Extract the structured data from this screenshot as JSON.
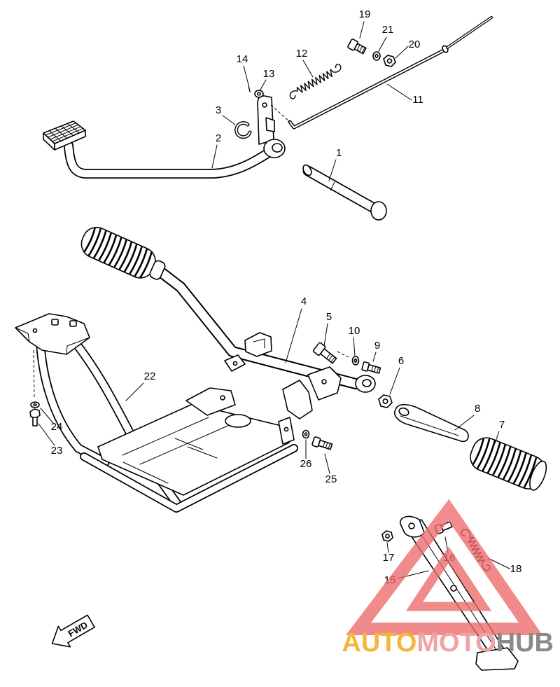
{
  "callouts": {
    "1": "1",
    "2": "2",
    "3": "3",
    "4": "4",
    "5": "5",
    "6": "6",
    "7": "7",
    "8": "8",
    "9": "9",
    "10": "10",
    "11": "11",
    "12": "12",
    "13": "13",
    "14": "14",
    "15": "15",
    "16": "16",
    "17": "17",
    "18": "18",
    "19": "19",
    "20": "20",
    "21": "21",
    "22": "22",
    "23": "23",
    "24": "24",
    "25": "25",
    "26": "26"
  },
  "fwd_marker": {
    "label": "FWD",
    "icon": "forward-arrow-icon"
  },
  "watermark": {
    "brand_parts": [
      "AUTO",
      "MOTO",
      "HUB"
    ],
    "icon": "warning-triangle-logo"
  },
  "colors": {
    "line": "#000000",
    "background": "#ffffff",
    "watermark_triangle": "#ee6a6a",
    "brand_auto": "#f5b63c",
    "brand_moto": "#f2a2a2",
    "brand_hub": "#8a8a8a"
  }
}
